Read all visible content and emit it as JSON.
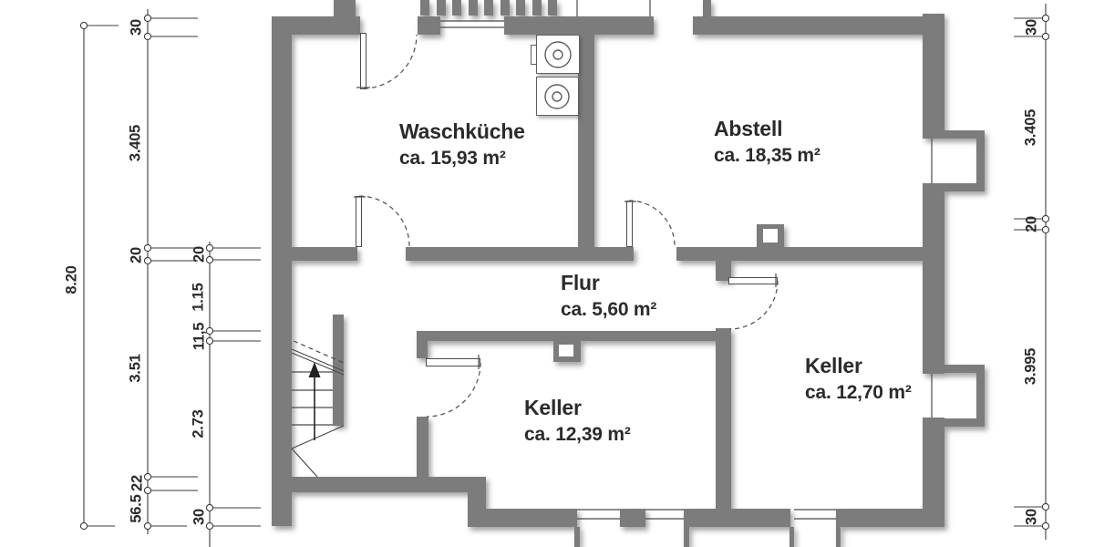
{
  "rooms": [
    {
      "name": "Waschküche",
      "area": "ca. 15,93 m²"
    },
    {
      "name": "Abstell",
      "area": "ca. 18,35 m²"
    },
    {
      "name": "Flur",
      "area": "ca. 5,60 m²"
    },
    {
      "name": "Keller",
      "area": "ca. 12,39 m²"
    },
    {
      "name": "Keller",
      "area": "ca. 12,70 m²"
    }
  ],
  "dims": {
    "total_left": "8.20",
    "chain_b": [
      "30",
      "3.405",
      "20",
      "3.51",
      "22",
      "56.5"
    ],
    "chain_c": [
      "20",
      "1.15",
      "11,5",
      "2.73",
      "30"
    ],
    "chain_r": [
      "30",
      "3.405",
      "20",
      "3.995",
      "30"
    ]
  },
  "colors": {
    "wall": "#7c7c7c",
    "line": "#3e3e3e",
    "text": "#2b2b2b"
  }
}
